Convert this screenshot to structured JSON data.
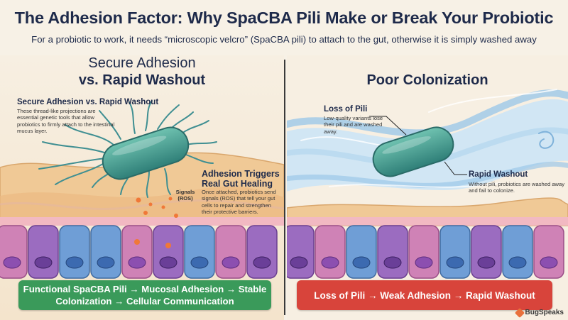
{
  "header": {
    "title": "The Adhesion Factor: Why SpaCBA Pili Make or Break Your Probiotic",
    "subtitle": "For a probiotic to work, it needs “microscopic velcro” (SpaCBA pili) to attach to the gut, otherwise it is simply washed away"
  },
  "left_panel": {
    "heading_line1": "Secure Adhesion",
    "heading_line2": "vs. Rapid Washout",
    "callout_title": "Secure Adhesion vs. Rapid Washout",
    "callout_body": "These thread-like projections are essential genetic tools that allow probiotics to firmly attach to the intestinal mucus layer.",
    "signals_label": "Signals (ROS)",
    "healing_title": "Adhesion Triggers Real Gut Healing",
    "healing_body": "Once attached, probiotics send signals (ROS) that tell your gut cells to repair and strengthen their protective barriers.",
    "banner": "Functional SpaCBA Pili → Mucosal Adhesion → Stable Colonization → Cellular Communication"
  },
  "right_panel": {
    "heading": "Poor Colonization",
    "loss_title": "Loss of Pili",
    "loss_body": "Low-quality variants lose their pili and are washed away.",
    "washout_title": "Rapid Washout",
    "washout_body": "Without pili, probiotics are washed away and fail to colonize.",
    "banner": "Loss of Pili → Weak Adhesion → Rapid Washout"
  },
  "logo": {
    "text": "BugSpeaks"
  },
  "colors": {
    "title": "#1e2a4a",
    "bacterium": "#3f9a8a",
    "pili": "#3f8f92",
    "mucus": "#f0c996",
    "cell_purple": "#9b6cc0",
    "cell_blue": "#6f9ed6",
    "cell_pink": "#cf82b6",
    "wash": "#9cc8e8",
    "banner_green": "#3a9a5a",
    "banner_red": "#d8443b",
    "logo": "#e9703c"
  }
}
